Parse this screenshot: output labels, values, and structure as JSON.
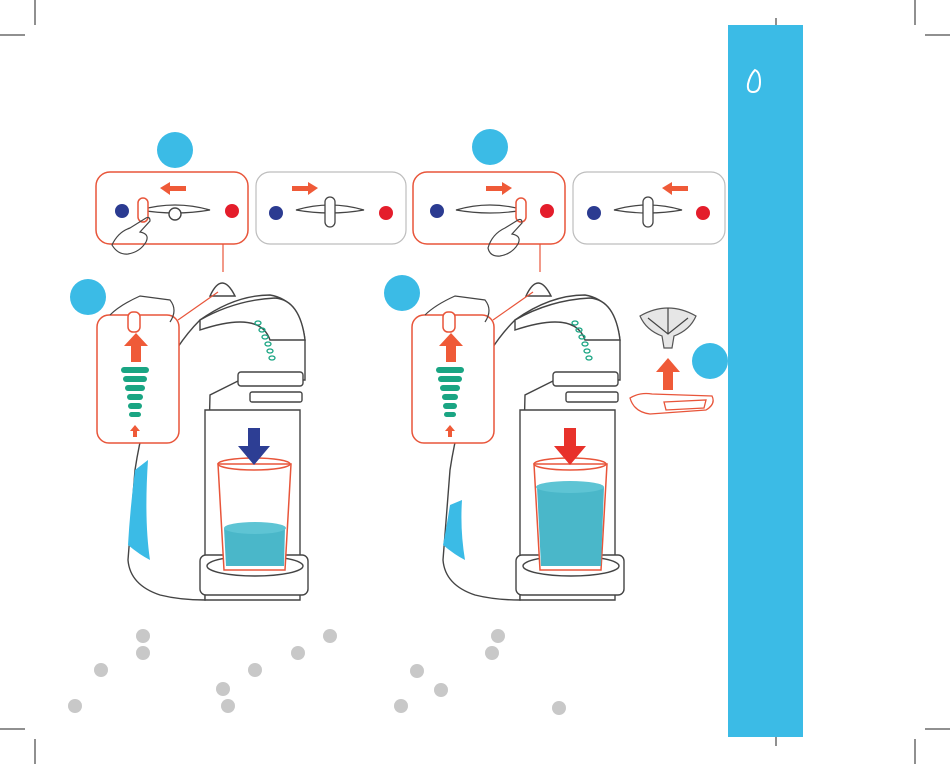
{
  "page": {
    "sidebar_color": "#3bbbe6",
    "sidebar_icon": "drop-outline-icon",
    "accent_red": "#e8553a",
    "step_dot_color": "#3bbbe6",
    "marker_color": "#c8c8c8"
  },
  "illustrations": [
    {
      "name": "cold-drink-preparation",
      "lever_positions": [
        "move-left-toward-blue",
        "move-right-back"
      ],
      "dispense_arrow": "blue-down-arrow-icon",
      "cup_fill_level": 0.4
    },
    {
      "name": "hot-drink-preparation",
      "lever_positions": [
        "move-right-toward-red",
        "move-left-back"
      ],
      "dispense_arrow": "red-down-arrow-icon",
      "cup_fill_level": 0.75,
      "accessory": "capsule-holder-icon"
    }
  ],
  "text_markers": {
    "count": 17
  }
}
